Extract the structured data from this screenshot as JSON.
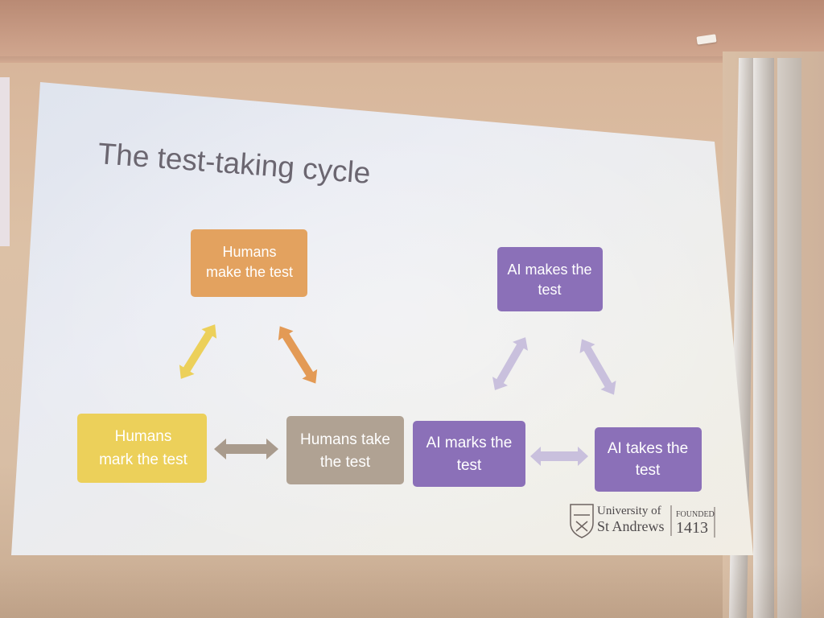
{
  "slide": {
    "title": "The test-taking cycle",
    "human_cycle": {
      "make": "Humans make the test",
      "mark": "Humans mark the test",
      "take": "Humans take the test"
    },
    "ai_cycle": {
      "make": "AI makes the test",
      "mark": "AI marks the test",
      "take": "AI takes the test"
    },
    "logo": {
      "line1": "University of",
      "line2": "St Andrews",
      "founded_label": "FOUNDED",
      "founded_year": "1413"
    }
  },
  "colors": {
    "orange": "#e3a25f",
    "yellow": "#ecd05a",
    "taupe": "#b0a293",
    "purple": "#8b70b8",
    "purple_arrow": "#c9c0dd",
    "title": "#6b6670"
  }
}
